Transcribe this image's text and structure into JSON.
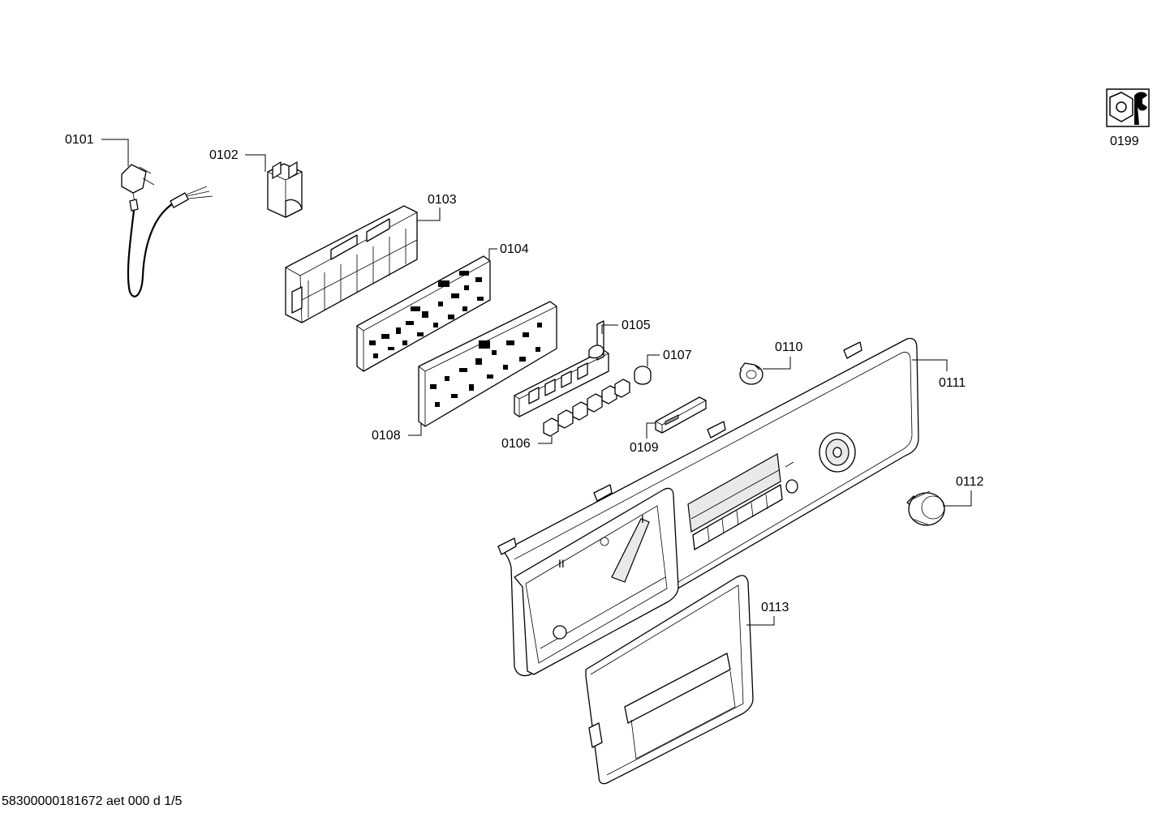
{
  "document_id": "58300000181672 aet 000 d 1/5",
  "callouts": {
    "c0101": "0101",
    "c0102": "0102",
    "c0103": "0103",
    "c0104": "0104",
    "c0105": "0105",
    "c0106": "0106",
    "c0107": "0107",
    "c0108": "0108",
    "c0109": "0109",
    "c0110": "0110",
    "c0111": "0111",
    "c0112": "0112",
    "c0113": "0113",
    "c0199": "0199"
  },
  "icons": {
    "service_kit": "nut-and-wrench-icon"
  }
}
